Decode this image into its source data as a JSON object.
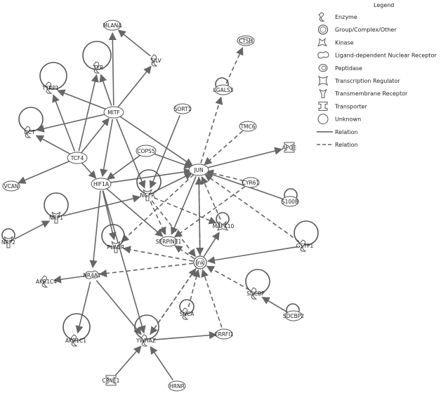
{
  "colors": {
    "edge": "#666666",
    "node_stroke": "#555555",
    "node_fill": "#ffffff",
    "text": "#222222"
  },
  "legend": {
    "title": "Legend",
    "items": [
      {
        "icon": "enzyme-icon",
        "label": "Enzyme"
      },
      {
        "icon": "group-complex-icon",
        "label": "Group/Complex/Other"
      },
      {
        "icon": "kinase-icon",
        "label": "Kinase"
      },
      {
        "icon": "ligand-nuclear-receptor-icon",
        "label": "Ligand-dependent Nuclear Receptor"
      },
      {
        "icon": "peptidase-icon",
        "label": "Peptidase"
      },
      {
        "icon": "transcription-regulator-icon",
        "label": "Transcription Regulator"
      },
      {
        "icon": "transmembrane-receptor-icon",
        "label": "Transmembrane Receptor"
      },
      {
        "icon": "transporter-icon",
        "label": "Transporter"
      },
      {
        "icon": "unknown-icon",
        "label": "Unknown"
      },
      {
        "icon": "relation-solid-icon",
        "label": "Relation"
      },
      {
        "icon": "relation-dashed-icon",
        "label": "Relation"
      }
    ]
  },
  "nodes": [
    {
      "id": "MLANA",
      "label": "MLANA",
      "type": "unknown"
    },
    {
      "id": "TYR",
      "label": "TYR",
      "type": "enzyme"
    },
    {
      "id": "TYRP1",
      "label": "TYRP1",
      "type": "enzyme"
    },
    {
      "id": "SILV",
      "label": "SILV",
      "type": "enzyme"
    },
    {
      "id": "CTSH",
      "label": "CTSH",
      "type": "peptidase"
    },
    {
      "id": "MITF",
      "label": "MITF",
      "type": "transcription_regulator"
    },
    {
      "id": "LGALS3",
      "label": "LGALS3",
      "type": "unknown"
    },
    {
      "id": "SORT1",
      "label": "SORT1",
      "type": "unknown"
    },
    {
      "id": "DCT",
      "label": "DCT",
      "type": "enzyme"
    },
    {
      "id": "TMC6",
      "label": "TMC6",
      "type": "unknown"
    },
    {
      "id": "TCF4",
      "label": "TCF4",
      "type": "transcription_regulator"
    },
    {
      "id": "COPS5",
      "label": "COPS5",
      "type": "transcription_regulator"
    },
    {
      "id": "APOE",
      "label": "APOE",
      "type": "transporter"
    },
    {
      "id": "JUN",
      "label": "JUN",
      "type": "transcription_regulator"
    },
    {
      "id": "HIF1A",
      "label": "HIF1A",
      "type": "transcription_regulator"
    },
    {
      "id": "NGFR",
      "label": "NGFR",
      "type": "transmembrane_receptor"
    },
    {
      "id": "VCAN",
      "label": "VCAN",
      "type": "unknown"
    },
    {
      "id": "CYR61",
      "label": "CYR61",
      "type": "unknown"
    },
    {
      "id": "S100B",
      "label": "S100B",
      "type": "unknown"
    },
    {
      "id": "NRP1",
      "label": "NRP1",
      "type": "transmembrane_receptor"
    },
    {
      "id": "MAPK10",
      "label": "MAPK10",
      "type": "kinase"
    },
    {
      "id": "NRP2",
      "label": "NRP2",
      "type": "transmembrane_receptor"
    },
    {
      "id": "PLAUR",
      "label": "PLAUR",
      "type": "transmembrane_receptor"
    },
    {
      "id": "SERPINE1",
      "label": "SERPINE1",
      "type": "unknown"
    },
    {
      "id": "GSTP1",
      "label": "GSTP1",
      "type": "enzyme"
    },
    {
      "id": "Jnk",
      "label": "Jnk",
      "type": "group"
    },
    {
      "id": "NR4A1",
      "label": "NR4A1",
      "type": "ligand_nuclear_receptor"
    },
    {
      "id": "AKR1C4",
      "label": "AKR1C4",
      "type": "enzyme"
    },
    {
      "id": "SDCBP",
      "label": "SDCBP",
      "type": "enzyme"
    },
    {
      "id": "SNCA",
      "label": "SNCA",
      "type": "enzyme"
    },
    {
      "id": "SDCBP2",
      "label": "SDCBP2",
      "type": "unknown"
    },
    {
      "id": "AKR1C1",
      "label": "AKR1C1",
      "type": "enzyme"
    },
    {
      "id": "ERRFI1",
      "label": "ERRFI1",
      "type": "unknown"
    },
    {
      "id": "YWHAZ",
      "label": "YWHAZ",
      "type": "enzyme"
    },
    {
      "id": "CPNE1",
      "label": "CPNE1",
      "type": "transporter"
    },
    {
      "id": "HRNR",
      "label": "HRNR",
      "type": "unknown"
    }
  ],
  "edges": [
    {
      "from": "MITF",
      "to": "MLANA",
      "style": "solid"
    },
    {
      "from": "SILV",
      "to": "MLANA",
      "style": "solid"
    },
    {
      "from": "MITF",
      "to": "TYR",
      "style": "solid"
    },
    {
      "from": "MITF",
      "to": "TYRP1",
      "style": "solid"
    },
    {
      "from": "MITF",
      "to": "SILV",
      "style": "solid"
    },
    {
      "from": "MITF",
      "to": "DCT",
      "style": "solid"
    },
    {
      "from": "MITF",
      "to": "HIF1A",
      "style": "solid"
    },
    {
      "from": "MITF",
      "to": "NGFR",
      "style": "solid"
    },
    {
      "from": "MITF",
      "to": "JUN",
      "style": "solid"
    },
    {
      "from": "TCF4",
      "to": "MITF",
      "style": "solid"
    },
    {
      "from": "TCF4",
      "to": "TYR",
      "style": "solid"
    },
    {
      "from": "TCF4",
      "to": "TYRP1",
      "style": "solid"
    },
    {
      "from": "TCF4",
      "to": "DCT",
      "style": "solid"
    },
    {
      "from": "TCF4",
      "to": "HIF1A",
      "style": "solid"
    },
    {
      "from": "TCF4",
      "to": "VCAN",
      "style": "solid"
    },
    {
      "from": "COPS5",
      "to": "HIF1A",
      "style": "solid"
    },
    {
      "from": "COPS5",
      "to": "JUN",
      "style": "solid"
    },
    {
      "from": "HIF1A",
      "to": "JUN",
      "style": "solid"
    },
    {
      "from": "HIF1A",
      "to": "SERPINE1",
      "style": "solid"
    },
    {
      "from": "HIF1A",
      "to": "NR4A1",
      "style": "solid"
    },
    {
      "from": "HIF1A",
      "to": "PLAUR",
      "style": "solid"
    },
    {
      "from": "HIF1A",
      "to": "YWHAZ",
      "style": "solid"
    },
    {
      "from": "SORT1",
      "to": "NGFR",
      "style": "solid"
    },
    {
      "from": "NGFR",
      "to": "JUN",
      "style": "solid"
    },
    {
      "from": "NGFR",
      "to": "Jnk",
      "style": "dashed"
    },
    {
      "from": "NGFR",
      "to": "SERPINE1",
      "style": "dashed"
    },
    {
      "from": "NGFR",
      "to": "MAPK10",
      "style": "dashed"
    },
    {
      "from": "NRP1",
      "to": "NGFR",
      "style": "solid"
    },
    {
      "from": "NRP2",
      "to": "NRP1",
      "style": "solid"
    },
    {
      "from": "JUN",
      "to": "LGALS3",
      "style": "dashed"
    },
    {
      "from": "LGALS3",
      "to": "CTSH",
      "style": "dashed"
    },
    {
      "from": "TMC6",
      "to": "JUN",
      "style": "dashed"
    },
    {
      "from": "JUN",
      "to": "APOE",
      "style": "solid"
    },
    {
      "from": "CYR61",
      "to": "JUN",
      "style": "dashed"
    },
    {
      "from": "S100B",
      "to": "JUN",
      "style": "solid"
    },
    {
      "from": "GSTP1",
      "to": "JUN",
      "style": "dashed"
    },
    {
      "from": "MAPK10",
      "to": "JUN",
      "style": "dashed"
    },
    {
      "from": "JUN",
      "to": "SERPINE1",
      "style": "solid"
    },
    {
      "from": "JUN",
      "to": "PLAUR",
      "style": "dashed"
    },
    {
      "from": "Jnk",
      "to": "JUN",
      "style": "solid"
    },
    {
      "from": "JUN",
      "to": "Jnk",
      "style": "dashed"
    },
    {
      "from": "Jnk",
      "to": "MAPK10",
      "style": "solid"
    },
    {
      "from": "Jnk",
      "to": "SERPINE1",
      "style": "dashed"
    },
    {
      "from": "Jnk",
      "to": "PLAUR",
      "style": "dashed"
    },
    {
      "from": "Jnk",
      "to": "NR4A1",
      "style": "dashed"
    },
    {
      "from": "GSTP1",
      "to": "Jnk",
      "style": "solid"
    },
    {
      "from": "SDCBP",
      "to": "Jnk",
      "style": "dashed"
    },
    {
      "from": "SNCA",
      "to": "Jnk",
      "style": "dashed"
    },
    {
      "from": "ERRFI1",
      "to": "Jnk",
      "style": "dashed"
    },
    {
      "from": "YWHAZ",
      "to": "Jnk",
      "style": "dashed"
    },
    {
      "from": "Jnk",
      "to": "YWHAZ",
      "style": "dashed"
    },
    {
      "from": "CYR61",
      "to": "SERPINE1",
      "style": "dashed"
    },
    {
      "from": "SDCBP2",
      "to": "SDCBP",
      "style": "solid"
    },
    {
      "from": "NR4A1",
      "to": "AKR1C4",
      "style": "solid"
    },
    {
      "from": "NR4A1",
      "to": "AKR1C1",
      "style": "solid"
    },
    {
      "from": "NR4A1",
      "to": "YWHAZ",
      "style": "solid"
    },
    {
      "from": "YWHAZ",
      "to": "ERRFI1",
      "style": "solid"
    },
    {
      "from": "CPNE1",
      "to": "YWHAZ",
      "style": "solid"
    },
    {
      "from": "HRNR",
      "to": "YWHAZ",
      "style": "solid"
    }
  ]
}
